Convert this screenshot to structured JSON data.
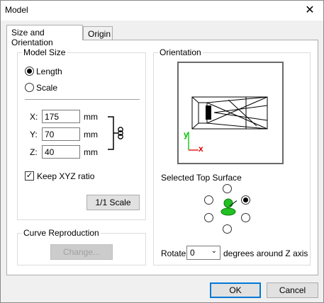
{
  "window": {
    "title": "Model"
  },
  "tabs": [
    {
      "label": "Size and Orientation",
      "active": true
    },
    {
      "label": "Origin",
      "active": false
    }
  ],
  "model_size": {
    "group_label": "Model Size",
    "radio_length": "Length",
    "radio_scale": "Scale",
    "selected": "Length",
    "x": {
      "label": "X:",
      "value": "175",
      "unit": "mm"
    },
    "y": {
      "label": "Y:",
      "value": "70",
      "unit": "mm"
    },
    "z": {
      "label": "Z:",
      "value": "40",
      "unit": "mm"
    },
    "keep_ratio": {
      "label": "Keep XYZ ratio",
      "checked": true
    },
    "scale_button": "1/1 Scale"
  },
  "curve": {
    "group_label": "Curve Reproduction",
    "change_button": "Change..."
  },
  "orientation": {
    "group_label": "Orientation",
    "axis_y": "y",
    "axis_x": "x",
    "top_surface_label": "Selected Top Surface",
    "rotate_label": "Rotate",
    "rotate_value": "0",
    "rotate_suffix": "degrees around Z axis"
  },
  "buttons": {
    "ok": "OK",
    "cancel": "Cancel"
  },
  "colors": {
    "accent": "#0078d7",
    "axis_y": "#00c000",
    "axis_x": "#e00000",
    "figure": "#22c022"
  }
}
